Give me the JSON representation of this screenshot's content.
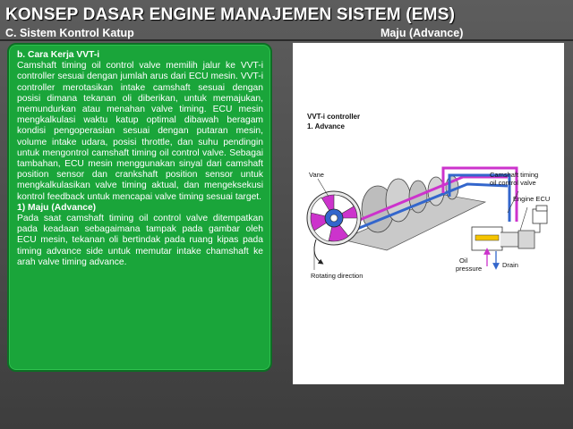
{
  "slide": {
    "title": "KONSEP DASAR ENGINE MANAJEMEN SISTEM (EMS)",
    "section": "C.   Sistem Kontrol Katup",
    "section_right": "Maju (Advance)"
  },
  "textbox": {
    "heading_b": "b.    Cara Kerja VVT-i",
    "para1": "Camshaft timing oil control valve memilih jalur ke VVT-i controller sesuai dengan jumlah arus dari ECU mesin. VVT-i controller merotasikan intake camshaft sesuai dengan posisi dimana tekanan oli diberikan, untuk memajukan, memundurkan atau menahan valve timing. ECU mesin mengkalkulasi waktu katup optimal dibawah beragam kondisi pengoperasian sesuai dengan putaran mesin, volume intake udara, posisi throttle, dan suhu pendingin untuk mengontrol camshaft timing oil control valve. Sebagai tambahan, ECU mesin menggunakan sinyal dari camshaft position sensor dan crankshaft position sensor untuk mengkalkulasikan valve timing aktual, dan mengeksekusi kontrol feedback untuk mencapai valve timing sesuai target.",
    "heading_1": "1)    Maju (Advance)",
    "para2": "Pada saat camshaft timing oil control valve ditempatkan pada keadaan sebagaimana tampak pada gambar oleh ECU mesin, tekanan oli bertindak pada ruang kipas pada timing advance side untuk memutar intake chamshaft ke arah valve timing advance."
  },
  "diagram": {
    "title_line1": "VVT-i controller",
    "title_line2": "1.  Advance",
    "label_vane": "Vane",
    "label_valve_1": "Camshaft timing",
    "label_valve_2": "oil control valve",
    "label_ecu": "Engine ECU",
    "label_oil_1": "Oil",
    "label_oil_2": "pressure",
    "label_drain": "Drain",
    "label_rotating": "Rotating direction",
    "colors": {
      "advance_oil": "#cc33cc",
      "return_oil": "#3366cc",
      "pressure_block": "#f5c400"
    }
  }
}
